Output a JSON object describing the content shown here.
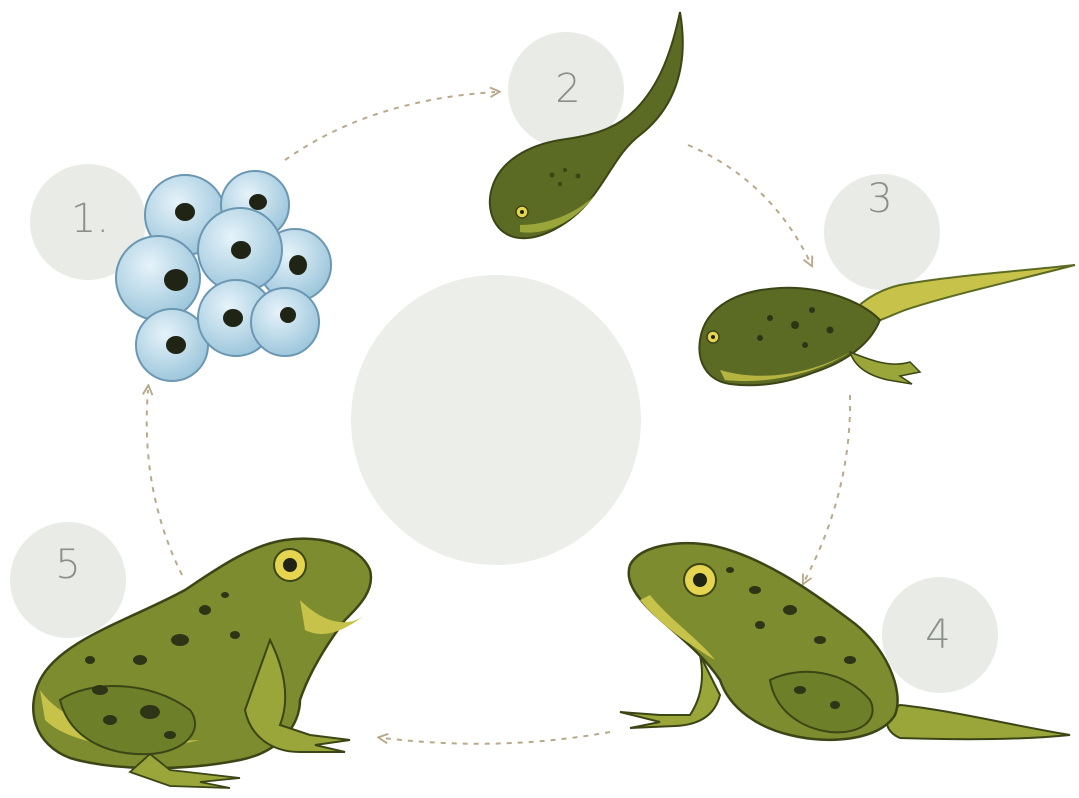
{
  "stages": [
    {
      "id": "eggs",
      "label": "1."
    },
    {
      "id": "tadpole",
      "label": "2"
    },
    {
      "id": "tadpole-with-legs",
      "label": "3"
    },
    {
      "id": "froglet",
      "label": "4"
    },
    {
      "id": "adult-frog",
      "label": "5"
    }
  ],
  "colors": {
    "badge": "#e9ece6",
    "center_circle": "#eceee9",
    "arrow": "#b9a98b",
    "frog_dark": "#5c6b24",
    "frog_mid": "#7c8c2e",
    "frog_light": "#c7c24a",
    "egg": "#a9cfe2",
    "egg_outline": "#6b97b3",
    "spot": "#2d3516"
  }
}
